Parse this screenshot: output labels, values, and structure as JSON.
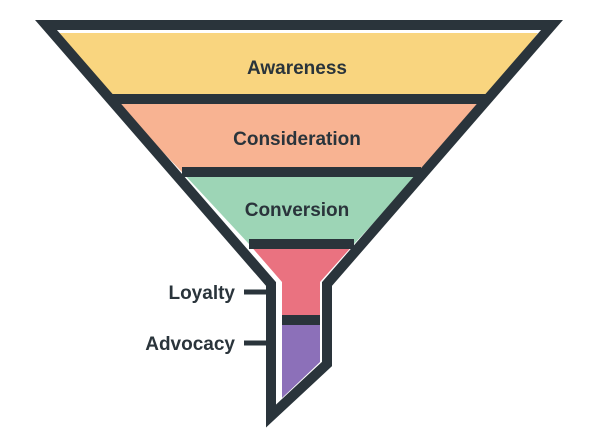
{
  "funnel": {
    "stages": [
      {
        "key": "awareness",
        "label": "Awareness",
        "color": "#f9d57f"
      },
      {
        "key": "consideration",
        "label": "Consideration",
        "color": "#f8b392"
      },
      {
        "key": "conversion",
        "label": "Conversion",
        "color": "#9dd5b6"
      },
      {
        "key": "loyalty",
        "label": "Loyalty",
        "color": "#ea7280"
      },
      {
        "key": "advocacy",
        "label": "Advocacy",
        "color": "#8c70b9"
      }
    ],
    "outline_color": "#2a343b"
  }
}
